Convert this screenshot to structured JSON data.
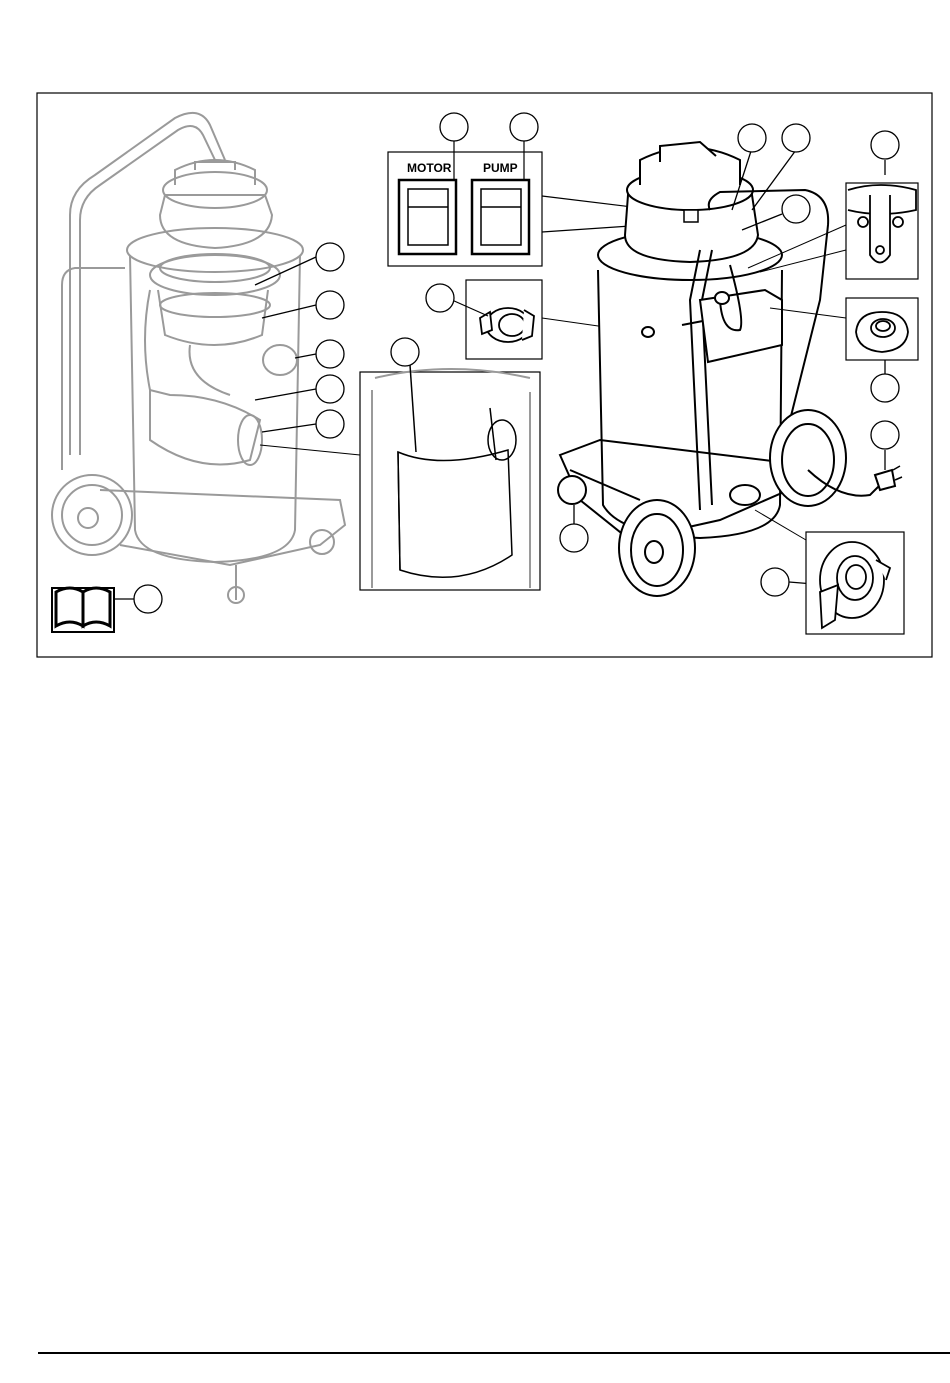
{
  "figure": {
    "switch_panel": {
      "motor_label": "MOTOR",
      "pump_label": "PUMP"
    },
    "callouts": [
      {
        "id": "left-filter",
        "label": ""
      },
      {
        "id": "left-bag",
        "label": ""
      },
      {
        "id": "left-cap",
        "label": ""
      },
      {
        "id": "left-hose-connector",
        "label": ""
      },
      {
        "id": "left-pump",
        "label": ""
      },
      {
        "id": "inset-liner",
        "label": ""
      },
      {
        "id": "manual",
        "label": ""
      },
      {
        "id": "motor-switch",
        "label": ""
      },
      {
        "id": "pump-switch",
        "label": ""
      },
      {
        "id": "inlet-coupling",
        "label": ""
      },
      {
        "id": "right-handle",
        "label": ""
      },
      {
        "id": "right-clamp",
        "label": ""
      },
      {
        "id": "right-head",
        "label": ""
      },
      {
        "id": "right-latch",
        "label": ""
      },
      {
        "id": "right-outlet-coupling",
        "label": ""
      },
      {
        "id": "right-plug",
        "label": ""
      },
      {
        "id": "right-caster",
        "label": ""
      },
      {
        "id": "right-drain",
        "label": ""
      }
    ]
  },
  "colors": {
    "line": "#000000",
    "ghost": "#9a9a9a",
    "frame": "#000000"
  }
}
